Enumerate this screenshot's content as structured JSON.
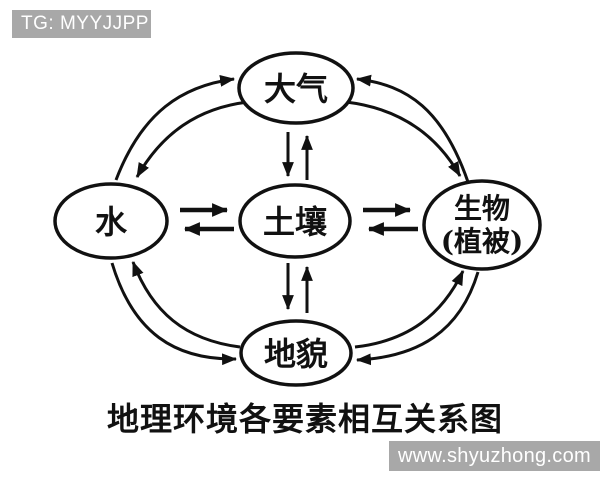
{
  "overlay": {
    "badge_text": "TG: MYYJJPP",
    "watermark_text": "www.shyuzhong.com",
    "badge_bg_color": "#a8a8a8",
    "badge_text_color": "#ffffff"
  },
  "diagram": {
    "caption": "地理环境各要素相互关系图",
    "line_color": "#111111",
    "background_color": "#ffffff",
    "nodes": {
      "atmosphere": {
        "label": "大气"
      },
      "water": {
        "label": "水"
      },
      "soil": {
        "label": "土壤"
      },
      "biology": {
        "label_line1": "生物",
        "label_line2": "(植被)"
      },
      "landform": {
        "label": "地貌"
      }
    },
    "relations": [
      {
        "from": "水",
        "to": "大气",
        "bidirectional": true,
        "style": "curved"
      },
      {
        "from": "大气",
        "to": "生物(植被)",
        "bidirectional": true,
        "style": "curved"
      },
      {
        "from": "水",
        "to": "地貌",
        "bidirectional": true,
        "style": "curved"
      },
      {
        "from": "地貌",
        "to": "生物(植被)",
        "bidirectional": true,
        "style": "curved"
      },
      {
        "from": "大气",
        "to": "土壤",
        "bidirectional": true,
        "style": "straight-vertical"
      },
      {
        "from": "土壤",
        "to": "地貌",
        "bidirectional": true,
        "style": "straight-vertical"
      },
      {
        "from": "水",
        "to": "土壤",
        "bidirectional": true,
        "style": "straight-horizontal"
      },
      {
        "from": "土壤",
        "to": "生物(植被)",
        "bidirectional": true,
        "style": "straight-horizontal"
      }
    ]
  }
}
